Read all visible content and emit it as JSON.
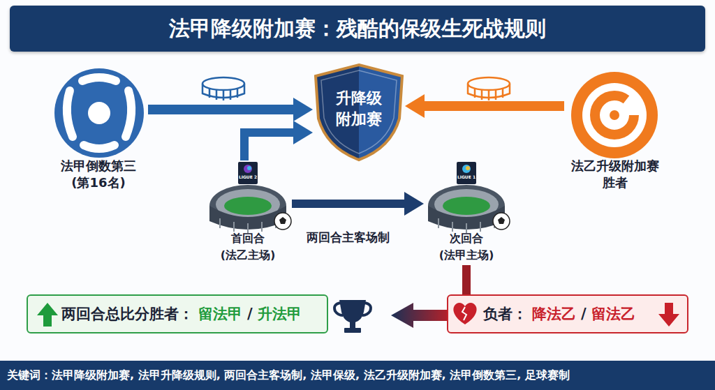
{
  "diagram": {
    "title": "法甲降级附加赛：残酷的保级生死战规则",
    "caption": "关键词：法甲降级附加赛, 法甲升降级规则, 两回合主客场制, 法甲保级, 法乙升级附加赛, 法甲倒数第三, 足球赛制",
    "nodes": [
      {
        "text": [
          "法甲倒数第三 (第16名)"
        ]
      },
      {
        "text": [
          "升降级 附加赛"
        ]
      },
      {
        "text": [
          "法乙升级附加赛 胜者"
        ]
      },
      {
        "text": [
          "首回合 (法乙主场)"
        ]
      },
      {
        "text": [
          "次回合 (法甲主场)"
        ]
      },
      {
        "text": [
          "两回合总比分胜者：",
          "留法甲",
          "/",
          "升法甲"
        ]
      },
      {
        "text": [
          "负者：",
          "降法乙",
          "/",
          "留法乙"
        ]
      }
    ],
    "edges": [
      {
        "from": 0,
        "to": 1,
        "arrow": "to"
      },
      {
        "from": 2,
        "to": 1,
        "arrow": "to"
      },
      {
        "from": 3,
        "to": 1,
        "arrow": "to"
      },
      {
        "from": 3,
        "to": 4,
        "label": "两回合主客场制",
        "arrow": "to"
      },
      {
        "from": 4,
        "to": 6,
        "arrow": "none"
      }
    ],
    "labels": [
      "LIGUE 2",
      "LIGUE 1"
    ]
  }
}
